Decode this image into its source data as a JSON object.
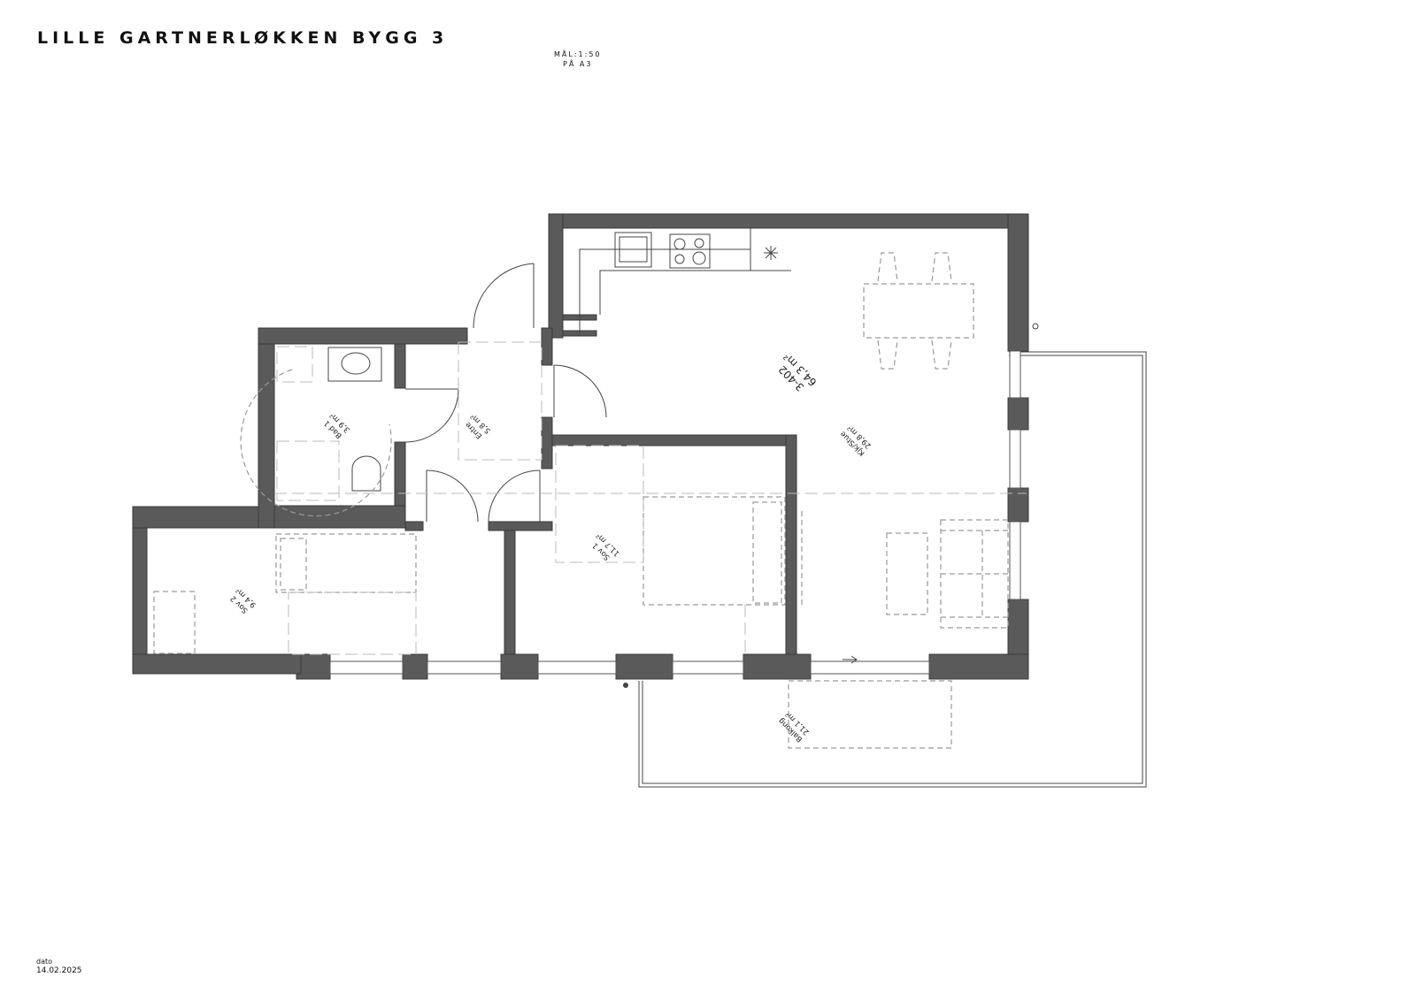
{
  "header": {
    "title": "LILLE GARTNERLØKKEN BYGG 3",
    "scale_line1": "MÅL:1:50",
    "scale_line2": "PÅ A3"
  },
  "footer": {
    "date_label": "dato",
    "date_value": "14.02.2025"
  },
  "apartment": {
    "unit_id": "3-402",
    "total_area": "64,3 m²"
  },
  "rooms": [
    {
      "name": "Kjk/Stue",
      "area": "29,8 m²"
    },
    {
      "name": "Bad 1",
      "area": "3,9 m²"
    },
    {
      "name": "Entre",
      "area": "5,8 m²"
    },
    {
      "name": "Sov 1",
      "area": "11,7 m²"
    },
    {
      "name": "Sov 2",
      "area": "9,4 m²"
    },
    {
      "name": "Balkong",
      "area": "21,1 m²"
    }
  ],
  "colors": {
    "wall": "#5a5a5a",
    "line": "#444444",
    "furniture_dash": "#9a9a9a",
    "background": "#ffffff"
  }
}
